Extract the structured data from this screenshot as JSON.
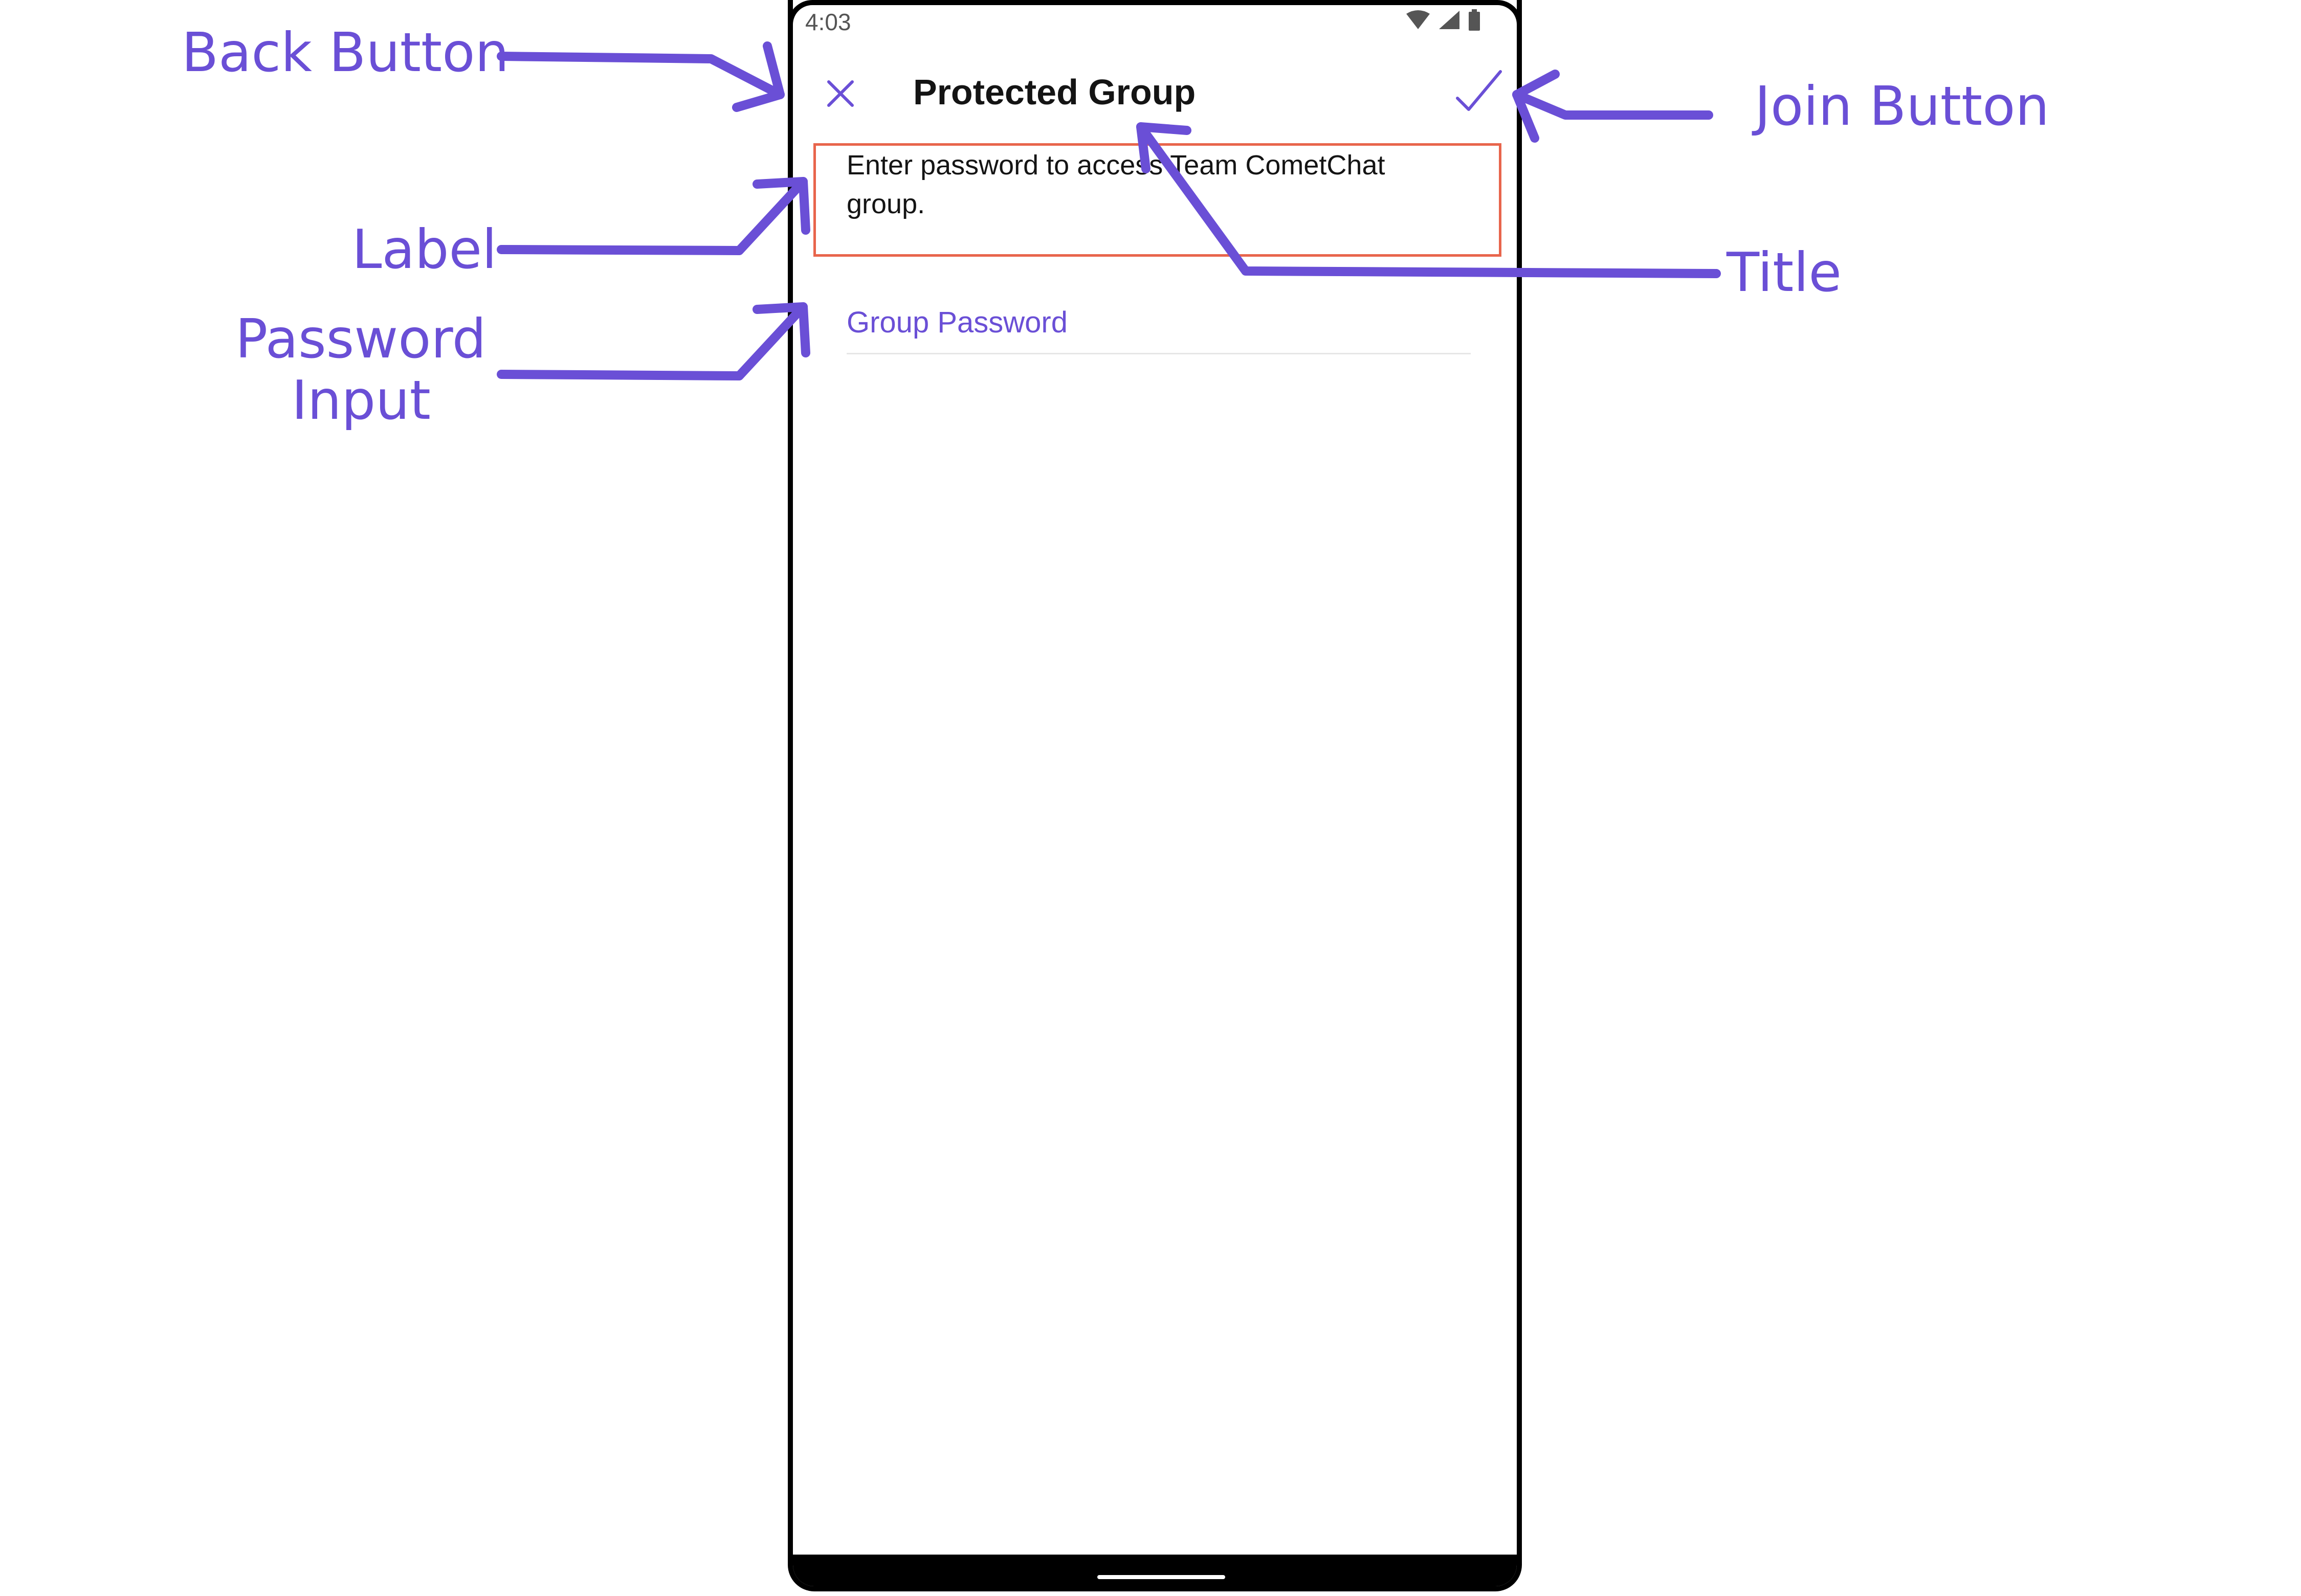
{
  "annotations": {
    "back_button": "Back Button",
    "join_button": "Join Button",
    "label": "Label",
    "title": "Title",
    "password_input_line1": "Password",
    "password_input_line2": "Input"
  },
  "status_bar": {
    "time": "4:03"
  },
  "header": {
    "title": "Protected Group",
    "back_icon": "close-icon",
    "join_icon": "check-icon"
  },
  "label_text": "Enter password to access Team CometChat group.",
  "password_input": {
    "placeholder": "Group Password",
    "value": ""
  },
  "colors": {
    "accent": "#6a4fd6",
    "highlight": "#e8654c",
    "text": "#141414"
  }
}
